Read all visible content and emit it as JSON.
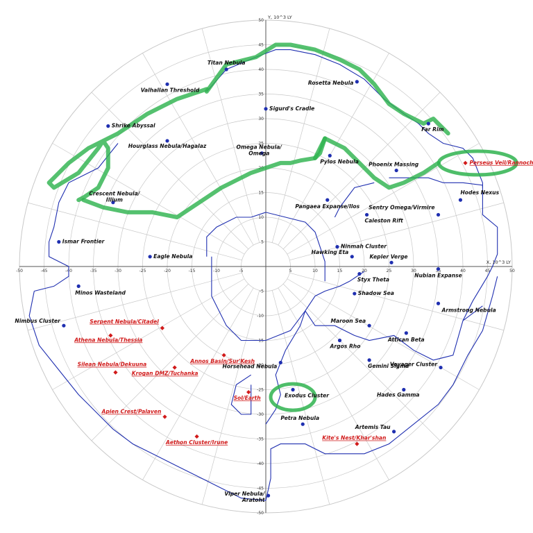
{
  "chart_data": {
    "type": "scatter",
    "title": "",
    "xlabel": "X, 10^3 LY",
    "ylabel": "Y, 10^3 LY",
    "xlim": [
      -50,
      50
    ],
    "ylim": [
      -50,
      50
    ],
    "grid": "polar-rings-and-spokes",
    "x_ticks": [
      -50,
      -45,
      -40,
      -35,
      -30,
      -25,
      -20,
      -15,
      -10,
      -5,
      5,
      10,
      15,
      20,
      25,
      30,
      35,
      40,
      45,
      50
    ],
    "y_ticks": [
      -50,
      -45,
      -40,
      -35,
      -30,
      -25,
      -20,
      -15,
      -10,
      -5,
      5,
      10,
      15,
      20,
      25,
      30,
      35,
      40,
      45,
      50
    ],
    "colors": {
      "explored": "#1f2fb0",
      "unexplored": "#d11a1a",
      "boundary": "#1f2fb0",
      "highlight": "#2fb34f",
      "grid": "#c8c8c8"
    },
    "series": [
      {
        "points": [
          {
            "label": "Titan Nebula",
            "x": -8,
            "y": 40
          },
          {
            "label": "Valhallan Threshold",
            "x": -20,
            "y": 37
          },
          {
            "label": "Rosetta Nebula",
            "x": 18.5,
            "y": 37.5
          },
          {
            "label": "Sigurd's Cradle",
            "x": 0,
            "y": 32
          },
          {
            "label": "Shrike Abyssal",
            "x": -32,
            "y": 28.5
          },
          {
            "label": "Far Rim",
            "x": 33,
            "y": 29
          },
          {
            "label": "Hourglass Nebula/Hagalaz",
            "x": -20,
            "y": 25.5
          },
          {
            "label": "Omega Nebula/ Omega",
            "x": -0.8,
            "y": 23
          },
          {
            "label": "Pylos Nebula",
            "x": 13,
            "y": 22.5
          },
          {
            "label": "Phoenix Massing",
            "x": 26.5,
            "y": 19.5
          },
          {
            "label": "Crescent Nebula/ Illium",
            "x": -31,
            "y": 13
          },
          {
            "label": "Hodes Nexus",
            "x": 39.5,
            "y": 13.5
          },
          {
            "label": "Pangaea Expanse/Ilos",
            "x": 12.5,
            "y": 13.5
          },
          {
            "label": "Caleston Rift",
            "x": 20.5,
            "y": 10.5
          },
          {
            "label": "Sentry Omega/Virmire",
            "x": 35,
            "y": 10.5
          },
          {
            "label": "Ismar Frontier",
            "x": -42,
            "y": 5
          },
          {
            "label": "Ninmah Cluster",
            "x": 14.5,
            "y": 4
          },
          {
            "label": "Eagle Nebula",
            "x": -23.5,
            "y": 2
          },
          {
            "label": "Hawking Eta",
            "x": 17.5,
            "y": 2
          },
          {
            "label": "Kepler Verge",
            "x": 25.5,
            "y": 0.8
          },
          {
            "label": "Nubian Expanse",
            "x": 35,
            "y": -0.5
          },
          {
            "label": "Styx Theta",
            "x": 19,
            "y": -1.5
          },
          {
            "label": "Minos Wasteland",
            "x": -38,
            "y": -4
          },
          {
            "label": "Shadow Sea",
            "x": 18,
            "y": -5.5
          },
          {
            "label": "Armstrong Nebula",
            "x": 35,
            "y": -7.5
          },
          {
            "label": "Nimbus Cluster",
            "x": -41,
            "y": -12
          },
          {
            "label": "Maroon Sea",
            "x": 21,
            "y": -12
          },
          {
            "label": "Attican Beta",
            "x": 28.5,
            "y": -13.5
          },
          {
            "label": "Argos Rho",
            "x": 15,
            "y": -15
          },
          {
            "label": "Gemini Sigma",
            "x": 21,
            "y": -19
          },
          {
            "label": "Horsehead Nebula",
            "x": 3,
            "y": -19.5
          },
          {
            "label": "Voyager Cluster",
            "x": 35.5,
            "y": -20.5
          },
          {
            "label": "Exodus Cluster",
            "x": 5.5,
            "y": -25
          },
          {
            "label": "Hades Gamma",
            "x": 28,
            "y": -25
          },
          {
            "label": "Petra Nebula",
            "x": 7.5,
            "y": -32
          },
          {
            "label": "Artemis Tau",
            "x": 26,
            "y": -33.5
          },
          {
            "label": "Viper Nebula/ Aratoht",
            "x": 0.5,
            "y": -46.5
          }
        ]
      },
      {
        "points": [
          {
            "label": "Perseus Veil/Rannoch",
            "x": 40.5,
            "y": 21
          },
          {
            "label": "Serpent Nebula/Citadel",
            "x": -21,
            "y": -12.5
          },
          {
            "label": "Athena Nebula/Thessia",
            "x": -31.5,
            "y": -14
          },
          {
            "label": "Annos Basin/Sur'Kesh",
            "x": -8.5,
            "y": -18
          },
          {
            "label": "Silean Nebula/Dekuuna",
            "x": -30.5,
            "y": -21.5
          },
          {
            "label": "Krogan DMZ/Tuchanka",
            "x": -18.5,
            "y": -20.5
          },
          {
            "label": "Sol/Earth",
            "x": -3.5,
            "y": -25.5
          },
          {
            "label": "Apien Crest/Palaven",
            "x": -20.5,
            "y": -30.5
          },
          {
            "label": "Aethon Cluster/Irune",
            "x": -14,
            "y": -34.5
          },
          {
            "label": "Kite's Nest/Khar'shan",
            "x": 18.5,
            "y": -36
          }
        ]
      }
    ]
  }
}
